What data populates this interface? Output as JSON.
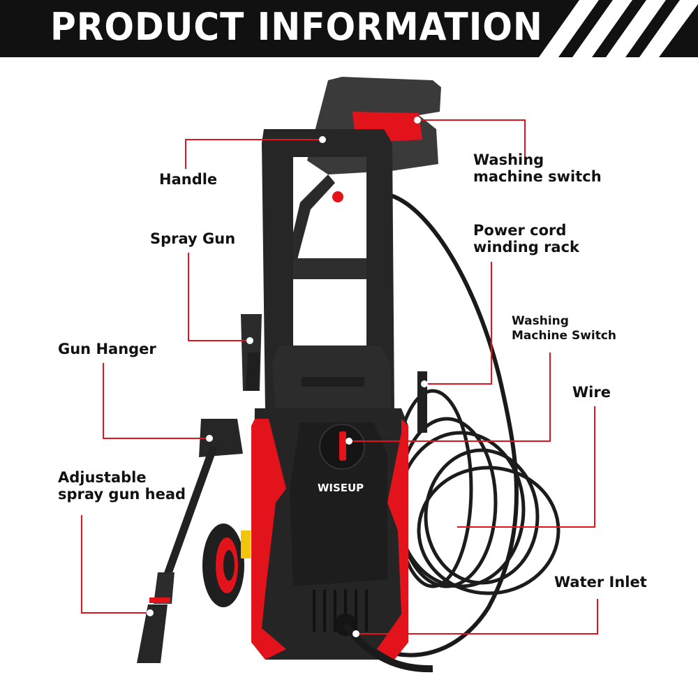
{
  "banner": {
    "title": "PRODUCT INFORMATION"
  },
  "colors": {
    "accent": "#e3131b",
    "body": "#252525",
    "banner": "#111111",
    "text": "#111111"
  },
  "brand": {
    "logo": "WISEUP"
  },
  "labels": {
    "handle": "Handle",
    "spray_gun": "Spray Gun",
    "gun_hanger": "Gun Hanger",
    "adjustable_head": "Adjustable\nspray gun head",
    "washing_switch_top": "Washing\nmachine switch",
    "cord_rack": "Power cord\nwinding rack",
    "washing_switch_mid": "Washing\nMachine Switch",
    "wire": "Wire",
    "water_inlet": "Water Inlet"
  }
}
